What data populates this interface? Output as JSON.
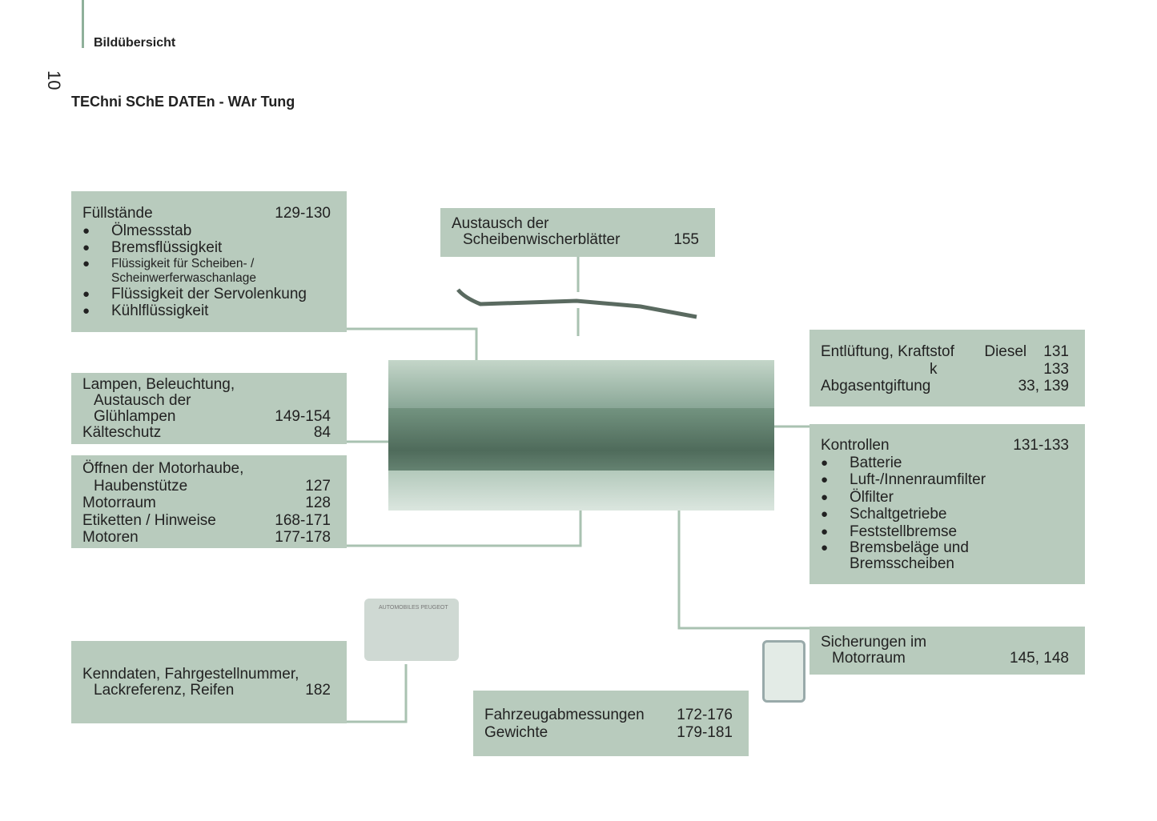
{
  "header": {
    "section": "Bildübersicht",
    "page_number": "10",
    "title": "TEChni SChE DATEn - WAr Tung"
  },
  "boxes": {
    "fuellstaende": {
      "title": "Füllstände",
      "pages": "129-130",
      "items": [
        "Ölmessstab",
        "Bremsflüssigkeit",
        "Flüssigkeit für Scheiben- / Scheinwerferwaschanlage",
        "Flüssigkeit der Servolenkung",
        "Kühlflüssigkeit"
      ]
    },
    "lampen": {
      "line1": "Lampen, Beleuchtung,",
      "line2": "Austausch der",
      "line3": "Glühlampen",
      "pages1": "149-154",
      "line4": "Kälteschutz",
      "pages2": "84"
    },
    "motorhaube": {
      "line1": "Öffnen der Motorhaube,",
      "line2": "Haubenstütze",
      "p2": "127",
      "line3": "Motorraum",
      "p3": "128",
      "line4": "Etiketten / Hinweise",
      "p4": "168-171",
      "line5": "Motoren",
      "p5": "177-178"
    },
    "kenndaten": {
      "line1": "Kenndaten, Fahrgestellnummer,",
      "line2": "Lackreferenz, Reifen",
      "pages": "182"
    },
    "wischer": {
      "line1": "Austausch der",
      "line2": "Scheibenwischerblätter",
      "pages": "155"
    },
    "entlueftung": {
      "line1": "Entlüftung, Kraftstof",
      "diesel": "Diesel",
      "p1": "131",
      "k": "k",
      "p2": "133",
      "line3": "Abgasentgiftung",
      "p3": "33, 139"
    },
    "kontrollen": {
      "title": "Kontrollen",
      "pages": "131-133",
      "items": [
        "Batterie",
        "Luft-/Innenraumfilter",
        "Ölfilter",
        "Schaltgetriebe",
        "Feststellbremse",
        "Bremsbeläge und Bremsscheiben"
      ]
    },
    "sicherungen": {
      "line1": "Sicherungen im",
      "line2": "Motorraum",
      "pages": "145, 148"
    },
    "fahrzeug": {
      "line1": "Fahrzeugabmessungen",
      "p1": "172-176",
      "line2": "Gewichte",
      "p2": "179-181"
    }
  },
  "plate": {
    "text": "AUTOMOBILES PEUGEOT"
  }
}
